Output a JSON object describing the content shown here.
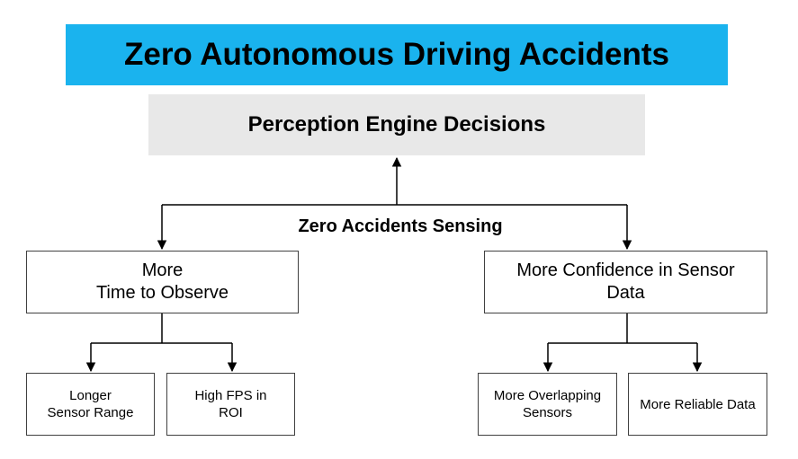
{
  "title": "Zero Autonomous Driving Accidents",
  "perception": "Perception Engine Decisions",
  "sensing_label": "Zero Accidents Sensing",
  "branches": {
    "left": {
      "label": "More\nTime to Observe",
      "children": [
        "Longer\nSensor Range",
        "High FPS  in\nROI"
      ]
    },
    "right": {
      "label": "More Confidence in Sensor\nData",
      "children": [
        "More Overlapping\nSensors",
        "More Reliable Data"
      ]
    }
  },
  "colors": {
    "title_bg": "#1ab3ee",
    "perception_bg": "#e8e8e8",
    "line": "#000000"
  }
}
